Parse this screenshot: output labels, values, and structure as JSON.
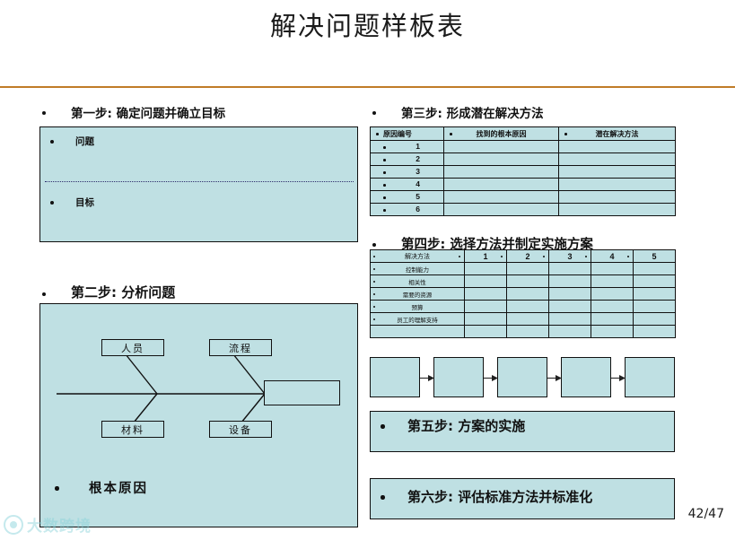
{
  "slide": {
    "title": "解决问题样板表",
    "page_number": "42/47",
    "accent_rule_color": "#c07c28",
    "panel_fill_color": "#bfe0e3",
    "panel_border_color": "#0f0f0f"
  },
  "watermark": {
    "text": "大数跨境",
    "logo_name": "circle-logo"
  },
  "step1": {
    "heading": "第一步: 确定问题并确立目标",
    "problem_label": "问题",
    "goal_label": "目标"
  },
  "step2": {
    "heading": "第二步: 分析问题",
    "fishbone": {
      "top_left": "人员",
      "top_right": "流程",
      "bottom_left": "材料",
      "bottom_right": "设备",
      "effect_box": ""
    },
    "root_cause_label": "根本原因"
  },
  "step3": {
    "heading": "第三步:  形成潜在解决方法",
    "table": {
      "headers": [
        "原因编号",
        "找到的根本原因",
        "潜在解决方法"
      ],
      "rows": [
        {
          "no": "1",
          "root_cause": "",
          "solution": ""
        },
        {
          "no": "2",
          "root_cause": "",
          "solution": ""
        },
        {
          "no": "3",
          "root_cause": "",
          "solution": ""
        },
        {
          "no": "4",
          "root_cause": "",
          "solution": ""
        },
        {
          "no": "5",
          "root_cause": "",
          "solution": ""
        },
        {
          "no": "6",
          "root_cause": "",
          "solution": ""
        }
      ]
    }
  },
  "step4": {
    "heading": "第四步:  选择方法并制定实施方案",
    "table": {
      "corner_header": "解决方法",
      "column_headers": [
        "1",
        "2",
        "3",
        "4",
        "5"
      ],
      "row_labels": [
        "控制能力",
        "相关性",
        "需要的资源",
        "预算",
        "员工的理解支持",
        ""
      ]
    },
    "flow": {
      "box_count": 5,
      "box_labels": [
        "",
        "",
        "",
        "",
        ""
      ]
    }
  },
  "step5": {
    "heading": "第五步: 方案的实施"
  },
  "step6": {
    "heading": "第六步: 评估标准方法并标准化"
  }
}
